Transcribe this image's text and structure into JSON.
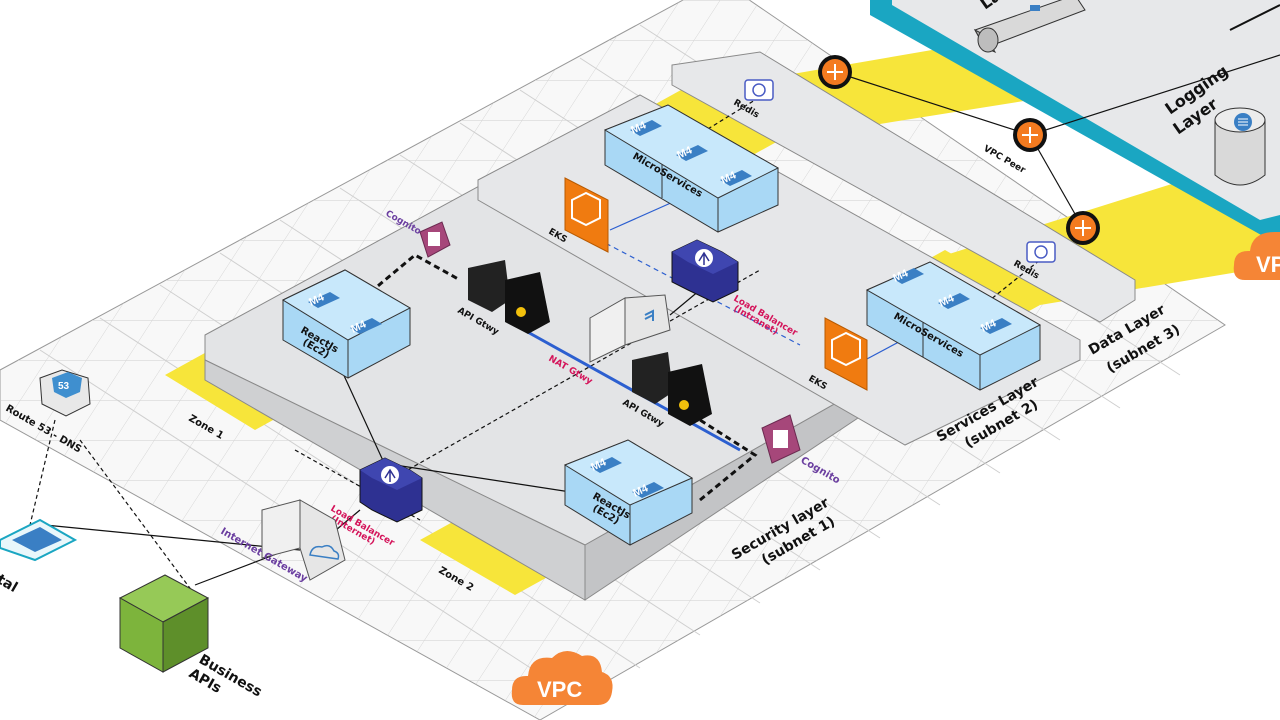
{
  "colors": {
    "zone_yellow": "#f7e53a",
    "grid": "#c8c8c8",
    "layer_gray": "#e3e4e6",
    "vpc_orange": "#f58536",
    "logging_teal": "#1aa6c2",
    "instance_blue": "#a9d8f5",
    "m4_badge": "#3a7fc4",
    "lb_navy": "#2e3192",
    "eks_orange": "#f07b10",
    "cognito_purple": "#a6477a",
    "route53_blue": "#3f8fcf",
    "business_green": "#7db43c",
    "peer_orange": "#f47b20"
  },
  "labels": {
    "route53": "Route 53 - DNS",
    "portal": "tal",
    "business_apis": [
      "Business",
      "APIs"
    ],
    "internet_gateway": "Internet Gateway",
    "lb_internet": [
      "Load Balancer",
      "(Internet)"
    ],
    "lb_intranet": [
      "Load Balancer",
      "(Intranet)"
    ],
    "zone1": "Zone 1",
    "zone2": "Zone 2",
    "security_layer": [
      "Security layer",
      "(subnet 1)"
    ],
    "services_layer": [
      "Services Layer",
      "(subnet 2)"
    ],
    "data_layer": [
      "Data Layer",
      "(subnet 3)"
    ],
    "logging_layer": [
      "Logging",
      "Layer"
    ],
    "logging_top_partial": [
      "L",
      "La"
    ],
    "vpc": "VPC",
    "vpc_partial": "VP",
    "vpc_peer": "VPC Peer",
    "nat_gateway": "NAT Gtwy",
    "api_gateway": "API Gtwy",
    "cognito": "Cognito",
    "eks": "EKS",
    "redis": "Redis",
    "react_js": [
      "ReactJs",
      "(Ec2)"
    ],
    "microservices": "MicroServices",
    "m4": "M4"
  },
  "icons": {
    "route53": "route53-shield-icon",
    "portal": "web-portal-icon",
    "business": "green-cube-icon",
    "internet_gateway": "internet-gateway-icon",
    "load_balancer": "load-balancer-icon",
    "nat_gateway": "nat-gateway-icon",
    "api_gateway": "api-gateway-icon",
    "cognito": "cognito-icon",
    "eks": "eks-icon",
    "redis": "redis-icon",
    "vpc_cloud": "vpc-cloud-icon",
    "vpc_peer": "vpc-peering-icon",
    "storage": "storage-cylinder-icon"
  }
}
